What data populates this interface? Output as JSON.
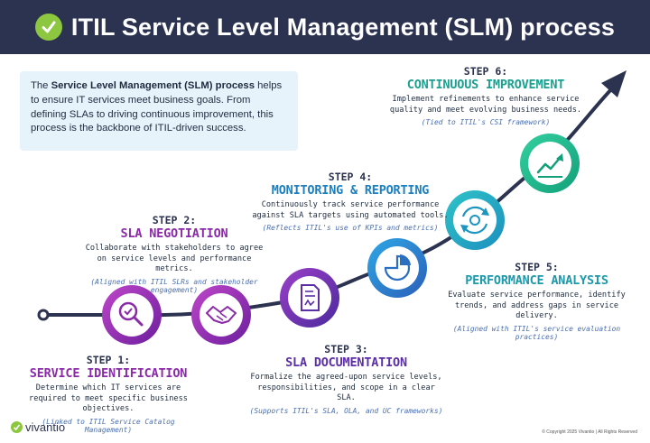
{
  "header": {
    "title": "ITIL Service Level Management (SLM) process"
  },
  "intro": {
    "bold": "Service Level Management (SLM) process",
    "prefix": "The ",
    "rest": " helps to ensure IT services meet business goals. From defining SLAs to driving continuous improvement, this process is the backbone of ITIL-driven success."
  },
  "steps": [
    {
      "num": "STEP 1:",
      "title": "SERVICE IDENTIFICATION",
      "desc": "Determine which IT services are required to meet specific business objectives.",
      "note": "(Linked to ITIL Service Catalog Management)",
      "icon": "magnifier-check-icon"
    },
    {
      "num": "STEP 2:",
      "title": "SLA NEGOTIATION",
      "desc": "Collaborate with stakeholders to agree on service levels and performance metrics.",
      "note": "(Aligned with ITIL SLRs and stakeholder engagement)",
      "icon": "handshake-icon"
    },
    {
      "num": "STEP 3:",
      "title": "SLA DOCUMENTATION",
      "desc": "Formalize the agreed-upon service levels, responsibilities, and scope in a clear SLA.",
      "note": "(Supports ITIL's SLA, OLA, and UC frameworks)",
      "icon": "document-icon"
    },
    {
      "num": "STEP 4:",
      "title": "MONITORING & REPORTING",
      "desc": "Continuously track service performance against SLA targets using automated tools.",
      "note": "(Reflects ITIL's use of KPIs and metrics)",
      "icon": "pie-chart-icon"
    },
    {
      "num": "STEP 5:",
      "title": "PERFORMANCE ANALYSIS",
      "desc": "Evaluate service performance, identify trends, and address gaps in service delivery.",
      "note": "(Aligned with ITIL's service evaluation practices)",
      "icon": "refresh-gear-icon"
    },
    {
      "num": "STEP 6:",
      "title": "CONTINUOUS IMPROVEMENT",
      "desc": "Implement refinements to enhance service quality and meet evolving business needs.",
      "note": "(Tied to ITIL's CSI framework)",
      "icon": "trend-up-icon"
    }
  ],
  "footer": {
    "brand": "vivantio",
    "copyright": "© Copyright 2025 Vivantio | All Rights Reserved"
  },
  "colors": {
    "header_bg": "#2c3350",
    "purple": "#8a2aa9",
    "blue": "#1c7fc0",
    "teal": "#1aa08f",
    "brand_green": "#8dc63f"
  }
}
